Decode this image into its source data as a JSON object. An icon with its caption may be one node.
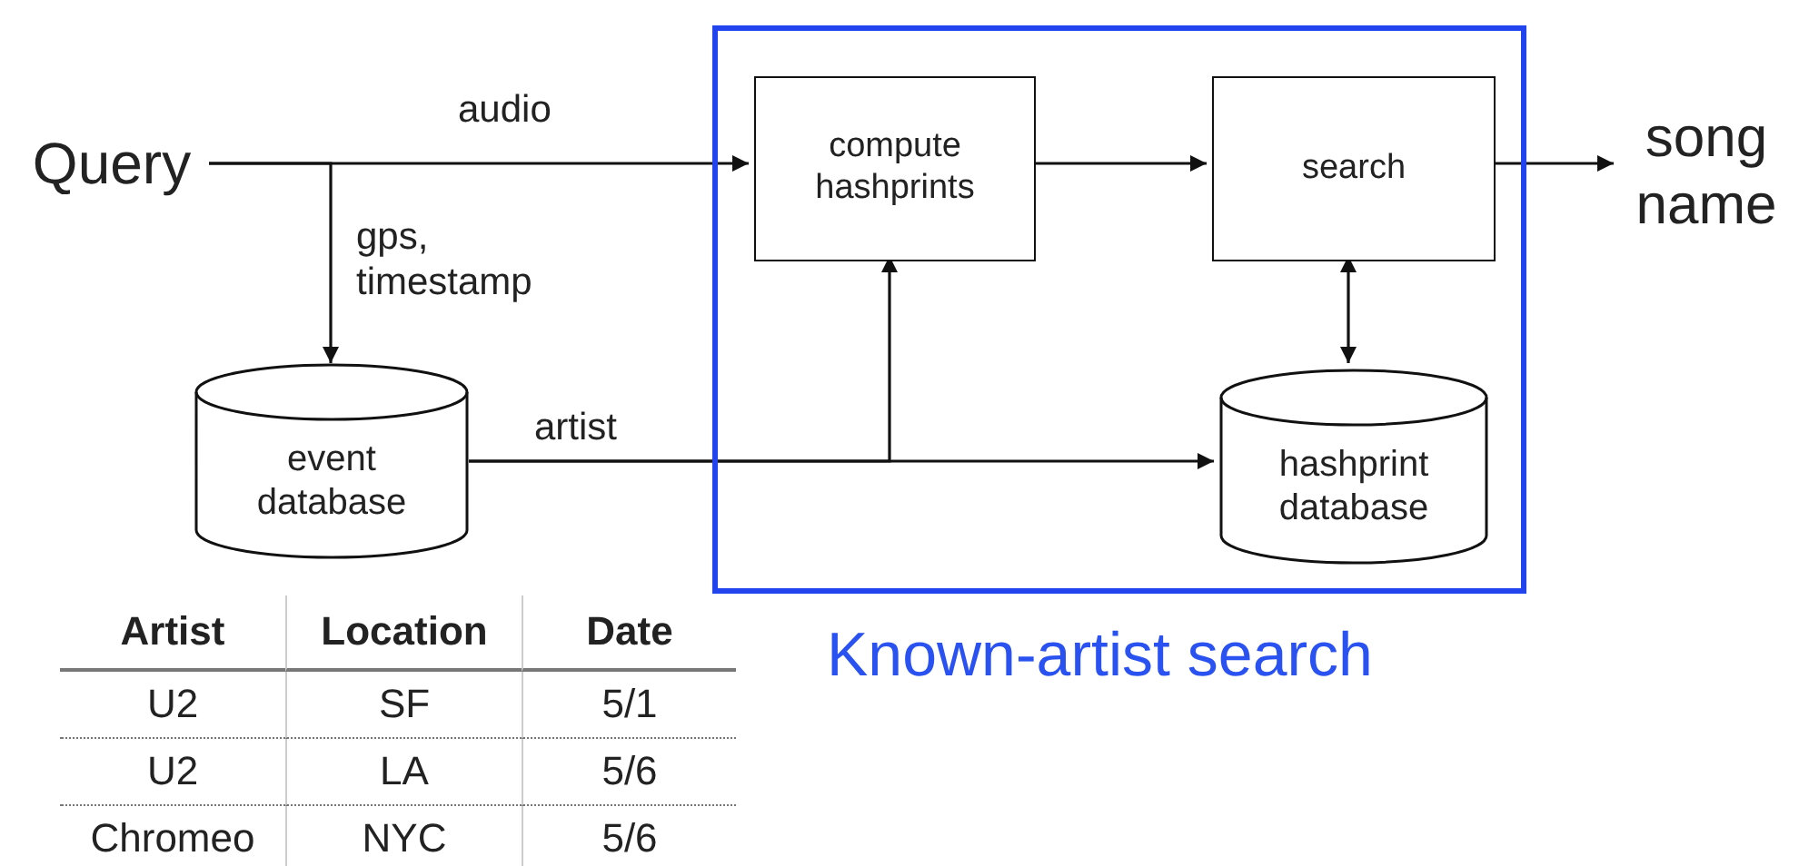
{
  "diagram": {
    "nodes": [
      {
        "text": [
          "Query"
        ]
      },
      {
        "text": [
          "Known-artist search"
        ]
      },
      {
        "text": [
          "compute hashprints"
        ],
        "in": 1
      },
      {
        "text": [
          "search"
        ],
        "in": 1
      },
      {
        "text": [
          "song name"
        ]
      },
      {
        "text": [
          "event database"
        ]
      },
      {
        "text": [
          "hashprint database"
        ],
        "in": 1
      }
    ],
    "edges": [
      {
        "from": 0,
        "to": 2,
        "arrow": "to",
        "label": "audio"
      },
      {
        "from": 0,
        "to": 5,
        "arrow": "to",
        "label": "gps, timestamp"
      },
      {
        "from": 2,
        "to": 3,
        "arrow": "to"
      },
      {
        "from": 3,
        "to": 4,
        "arrow": "to"
      },
      {
        "from": 3,
        "to": 6,
        "arrow": "both"
      },
      {
        "from": 5,
        "to": 6,
        "arrow": "to",
        "label": "artist"
      },
      {
        "from": 5,
        "to": 2,
        "arrow": "to"
      }
    ],
    "labels": [
      "Artist",
      "Location",
      "Date",
      "U2",
      "SF",
      "5/1",
      "U2",
      "LA",
      "5/6",
      "Chromeo",
      "NYC",
      "5/6"
    ]
  }
}
